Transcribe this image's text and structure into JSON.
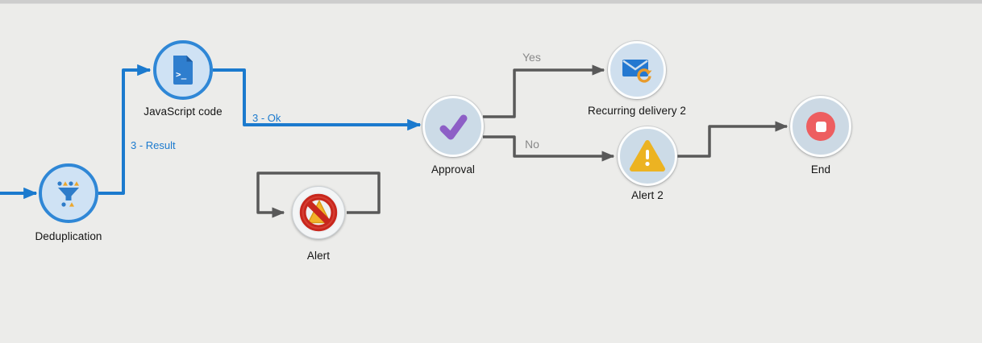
{
  "app": {
    "view": "workflow-diagram"
  },
  "colors": {
    "canvas_background": "#ececea",
    "top_strip": "#cdcdcd",
    "highlight_blue": "#1b7ace",
    "edge_gray": "#595959",
    "node_fill_blue": "#cfe2f4",
    "node_border_blue": "#2f87d6",
    "node_fill_gray": "#ccdbe7",
    "check_purple": "#8d5fc6",
    "warning_amber": "#ecb322",
    "end_red": "#ed5e60",
    "alert_red": "#c8271d",
    "envelope_blue": "#2478d0",
    "refresh_orange": "#e89b2c",
    "node_label_text": "#141414",
    "edge_label_gray": "#898989"
  },
  "nodes": [
    {
      "id": "deduplication",
      "label": "Deduplication",
      "icon": "funnel-icon"
    },
    {
      "id": "javascript-code",
      "label": "JavaScript code",
      "icon": "script-document-icon"
    },
    {
      "id": "alert",
      "label": "Alert",
      "icon": "prohibited-sign-icon"
    },
    {
      "id": "approval",
      "label": "Approval",
      "icon": "checkmark-icon"
    },
    {
      "id": "recurring-delivery-2",
      "label": "Recurring delivery 2",
      "icon": "email-refresh-icon"
    },
    {
      "id": "alert-2",
      "label": "Alert 2",
      "icon": "warning-triangle-icon"
    },
    {
      "id": "end",
      "label": "End",
      "icon": "stop-icon"
    }
  ],
  "edges": [
    {
      "id": "incoming",
      "to": "deduplication",
      "label": "",
      "style": "blue"
    },
    {
      "id": "result",
      "from": "deduplication",
      "to": "javascript-code",
      "label": "3 - Result",
      "style": "blue"
    },
    {
      "id": "ok",
      "from": "javascript-code",
      "to": "approval",
      "label": "3 - Ok",
      "style": "blue"
    },
    {
      "id": "yes",
      "from": "approval",
      "to": "recurring-delivery-2",
      "label": "Yes",
      "style": "gray"
    },
    {
      "id": "no",
      "from": "approval",
      "to": "alert-2",
      "label": "No",
      "style": "gray"
    },
    {
      "id": "next",
      "from": "alert-2",
      "to": "end",
      "label": "",
      "style": "gray"
    },
    {
      "id": "loop",
      "from": "alert",
      "to": "alert",
      "label": "",
      "style": "gray"
    }
  ]
}
